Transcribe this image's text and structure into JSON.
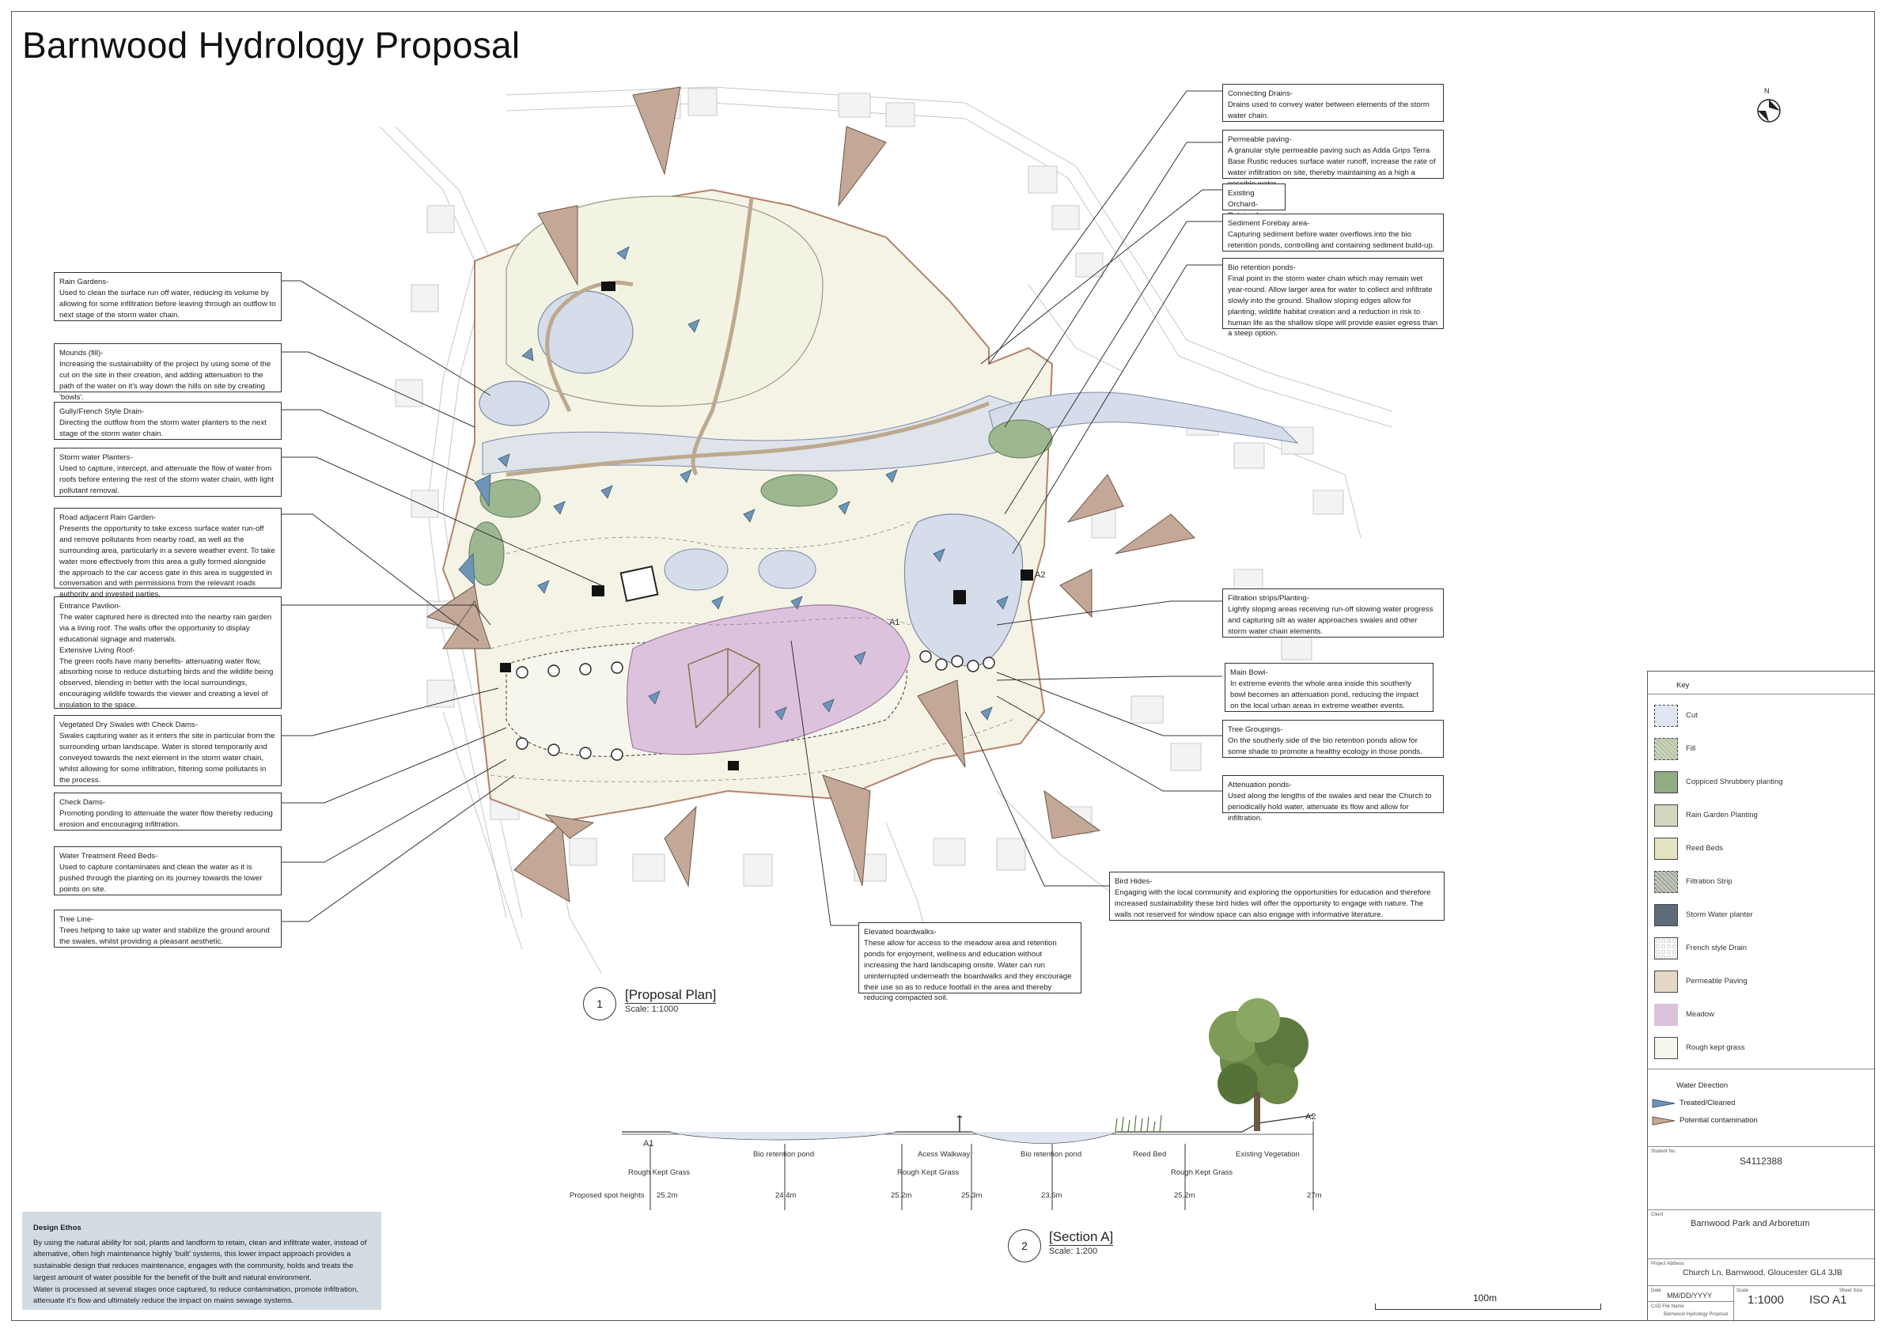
{
  "title": "Barnwood Hydrology Proposal",
  "annotations_left": [
    {
      "heading": "Rain Gardens-",
      "body": "Used to clean the surface run off water, reducing its volume by allowing for some infiltration before leaving through an outflow to next stage of the storm water chain."
    },
    {
      "heading": "Mounds (fill)-",
      "body": "Increasing the sustainability of the project by using some of the cut on the site in their creation, and adding attenuation to the path of the water on it's way down the hills on site by creating 'bowls'."
    },
    {
      "heading": "Gully/French Style Drain-",
      "body": "Directing the outflow from the storm water planters to the next stage of the storm water chain."
    },
    {
      "heading": "Storm water Planters-",
      "body": "Used to capture, intercept, and attenuate the flow of water from roofs before entering the rest of the storm water chain, with light pollutant removal."
    },
    {
      "heading": "Road adjacent Rain Garden-",
      "body": "Presents the opportunity to take excess surface water run-off and remove pollutants from nearby road, as well as the surrounding area, particularly in a severe weather event. To take water more effectively from this area a gully formed alongside the approach to the car access gate in this area is suggested in conversation and with permissions from the relevant roads authority and invested parties."
    },
    {
      "heading": "Entrance Pavilion-",
      "body": "The water captured here is directed into the nearby rain garden via a living roof. The walls offer the opportunity to display educational signage and materials.",
      "heading2": "Extensive Living Roof-",
      "body2": "The green roofs have many benefits- attenuating water flow, absorbing noise to reduce disturbing birds and the wildlife being observed, blending in better with the local surroundings, encouraging wildlife towards the viewer and creating a level of insulation to the space."
    },
    {
      "heading": "Vegetated Dry Swales with Check Dams-",
      "body": "Swales capturing water as it enters the site in particular from the surrounding urban landscape. Water is stored temporarily and conveyed towards the next element in the storm water chain, whilst allowing for some infiltration, filtering some pollutants in the process."
    },
    {
      "heading": "Check Dams-",
      "body": "Promoting ponding to attenuate the water flow thereby reducing erosion and encouraging infiltration."
    },
    {
      "heading": "Water Treatment Reed Beds-",
      "body": "Used to capture contaminates and clean the water as it is pushed through the planting on its journey towards the lower points on site."
    },
    {
      "heading": "Tree Line-",
      "body": "Trees helping to take up water and stabilize the ground around the swales, whilst providing a pleasant aesthetic."
    }
  ],
  "annotations_right": [
    {
      "heading": "Connecting Drains-",
      "body": "Drains used to convey water between elements of the storm water chain."
    },
    {
      "heading": "Permeable paving-",
      "body": "A granular style permeable paving such as Adda Grips Terra Base Rustic reduces surface water runoff, increase the rate of water infiltration on site, thereby maintaining as a high a possible water"
    },
    {
      "heading": "Existing Orchard-",
      "body": "Retained"
    },
    {
      "heading": "Sediment Forebay area-",
      "body": "Capturing sediment before water overflows into the bio retention ponds, controlling and containing sediment build-up."
    },
    {
      "heading": "Bio retention ponds-",
      "body": "Final point in the storm water chain which may remain wet year-round. Allow larger area for water to collect and infiltrate slowly into the ground. Shallow sloping edges allow for planting, wildlife habitat creation and a reduction in risk to human life as the shallow slope will provide easier egress than a steep option."
    },
    {
      "heading": "Filtration strips/Planting-",
      "body": "Lightly sloping areas receiving run-off slowing water progress and capturing silt as water approaches swales and other storm water chain elements."
    },
    {
      "heading": "Main Bowl-",
      "body": "In extreme events the whole area inside this southerly bowl becomes an attenuation pond, reducing the impact on the local urban areas in extreme weather events."
    },
    {
      "heading": "Tree Groupings-",
      "body": "On the southerly side of the bio retention ponds allow for some shade to promote a healthy ecology in those ponds."
    },
    {
      "heading": "Attenuation ponds-",
      "body": "Used along the lengths of the swales and near the Church to periodically hold water, attenuate its flow and allow for infiltration."
    },
    {
      "heading": "Bird Hides-",
      "body": "Engaging with the local community and exploring the opportunities for education and therefore increased sustainability these bird hides will offer the opportunity to engage with nature. The walls not reserved for window space can also engage with informative literature."
    },
    {
      "heading": "Elevated boardwalks-",
      "body": "These allow for access to the meadow area and retention ponds for enjoyment, wellness and education without increasing the hard landscaping onsite. Water can run uninterrupted underneath the boardwalks and they encourage their use so as to reduce footfall in the area and thereby reducing compacted soil."
    }
  ],
  "north_label": "N",
  "plan": {
    "number": "1",
    "title": "[Proposal Plan]",
    "scale": "Scale: 1:1000"
  },
  "section": {
    "number": "2",
    "title": "[Section A]",
    "scale": "Scale: 1:200",
    "marker_start": "A1",
    "marker_end": "A2",
    "labels": [
      "Bio retention pond",
      "Acess Walkway",
      "Bio retention pond",
      "Reed Bed",
      "Existing Vegetation"
    ],
    "surface_labels": [
      "Rough Kept Grass",
      "Rough Kept Grass",
      "Rough Kept Grass"
    ],
    "spot_heights_label": "Proposed spot heights",
    "spot_heights": [
      "25.2m",
      "24.4m",
      "25.2m",
      "25.3m",
      "23.6m",
      "25.2m",
      "27m"
    ]
  },
  "section_markers": [
    "A1",
    "A2"
  ],
  "ethos": {
    "heading": "Design Ethos",
    "body": "By using the natural ability for soil, plants and landform to retain, clean and infiltrate water, instead of alternative, often high maintenance highly 'built' systems, this lower impact approach provides a sustainable design that reduces maintenance, engages with the community, holds and treats the largest amount of water possible for the benefit of the built and natural environment.",
    "body2": "Water is processed at several stages once captured, to reduce contamination, promote infiltration, attenuate it's flow and ultimately reduce the impact on mains sewage systems."
  },
  "legend": {
    "heading": "Key",
    "items": [
      {
        "label": "Cut",
        "color": "#dfe6f2"
      },
      {
        "label": "Fill",
        "color": "#c9d3b8"
      },
      {
        "label": "Coppiced Shrubbery planting",
        "color": "#8fae83"
      },
      {
        "label": "Rain Garden Planting",
        "color": "#d5d6c2"
      },
      {
        "label": "Reed Beds",
        "color": "#e6e3c2"
      },
      {
        "label": "Filtration Strip",
        "color": "#bfc4bb"
      },
      {
        "label": "Storm Water planter",
        "color": "#5e6b78"
      },
      {
        "label": "French style Drain",
        "color": "#ffffff"
      },
      {
        "label": "Permeable Paving",
        "color": "#e5d9c5"
      },
      {
        "label": "Meadow",
        "color": "#dcc2dc"
      },
      {
        "label": "Rough kept grass",
        "color": "#f6f6ee"
      }
    ],
    "water_heading": "Water Direction",
    "water_items": [
      {
        "label": "Treated/Cleaned",
        "color": "#6b93b3"
      },
      {
        "label": "Potential contamination",
        "color": "#b89a88"
      }
    ]
  },
  "title_block": {
    "student_label": "Student No.",
    "student_no": "S4112388",
    "client_label": "Client",
    "client": "Barnwood Park and Arboretum",
    "address_label": "Project Address",
    "address": "Church Ln, Barnwood, Gloucester GL4 3JB",
    "date_label": "Date",
    "date": "MM/DD/YYYY",
    "scale_label": "Scale",
    "sheet_label": "Sheet Size",
    "scale": "1:1000",
    "sheet": "ISO A1",
    "cad_label": "CAD File Name",
    "cad_name": "Barnwood Hydrology Proposal"
  },
  "scale_bar": "100m"
}
